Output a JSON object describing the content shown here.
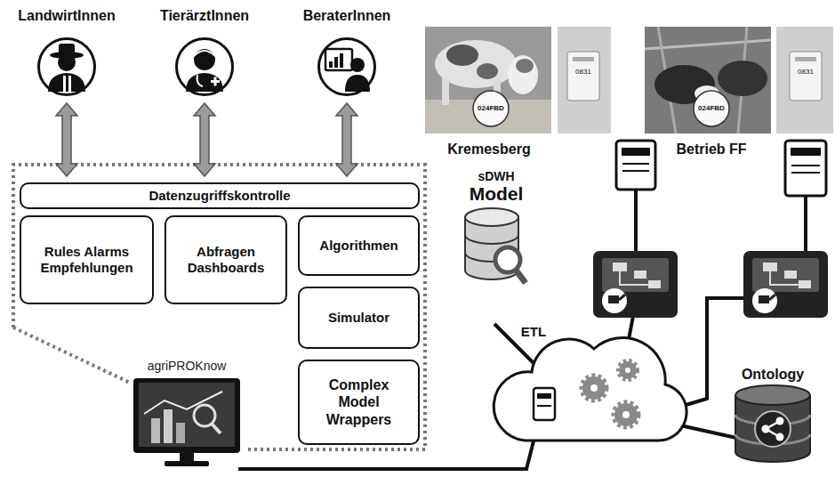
{
  "diagram": {
    "nodes": [
      {
        "text": [
          "LandwirtInnen"
        ]
      },
      {
        "text": [
          "TierärztInnen"
        ]
      },
      {
        "text": [
          "BeraterInnen"
        ]
      },
      {
        "text": [
          "Datenzugriffskontrolle"
        ]
      },
      {
        "text": [
          "Rules Alarms Empfehlungen"
        ]
      },
      {
        "text": [
          "Abfragen Dashboards"
        ]
      },
      {
        "text": [
          "Algorithmen"
        ]
      },
      {
        "text": [
          "Simulator"
        ]
      },
      {
        "text": [
          "Complex Model Wrappers"
        ]
      },
      {
        "text": [
          "agriPROKnow"
        ]
      },
      {
        "text": [
          "sDWH",
          "Model"
        ]
      },
      {
        "text": [
          "Ontology"
        ]
      }
    ],
    "edges": [
      {
        "from": 0,
        "to": 3,
        "arrow": "both"
      },
      {
        "from": 1,
        "to": 3,
        "arrow": "both"
      },
      {
        "from": 2,
        "to": 3,
        "arrow": "both"
      }
    ],
    "labels": [
      "Kremesberg",
      "024FBD",
      "0831",
      "Betrieb FF",
      "024FBD",
      "0831",
      "ETL"
    ]
  }
}
